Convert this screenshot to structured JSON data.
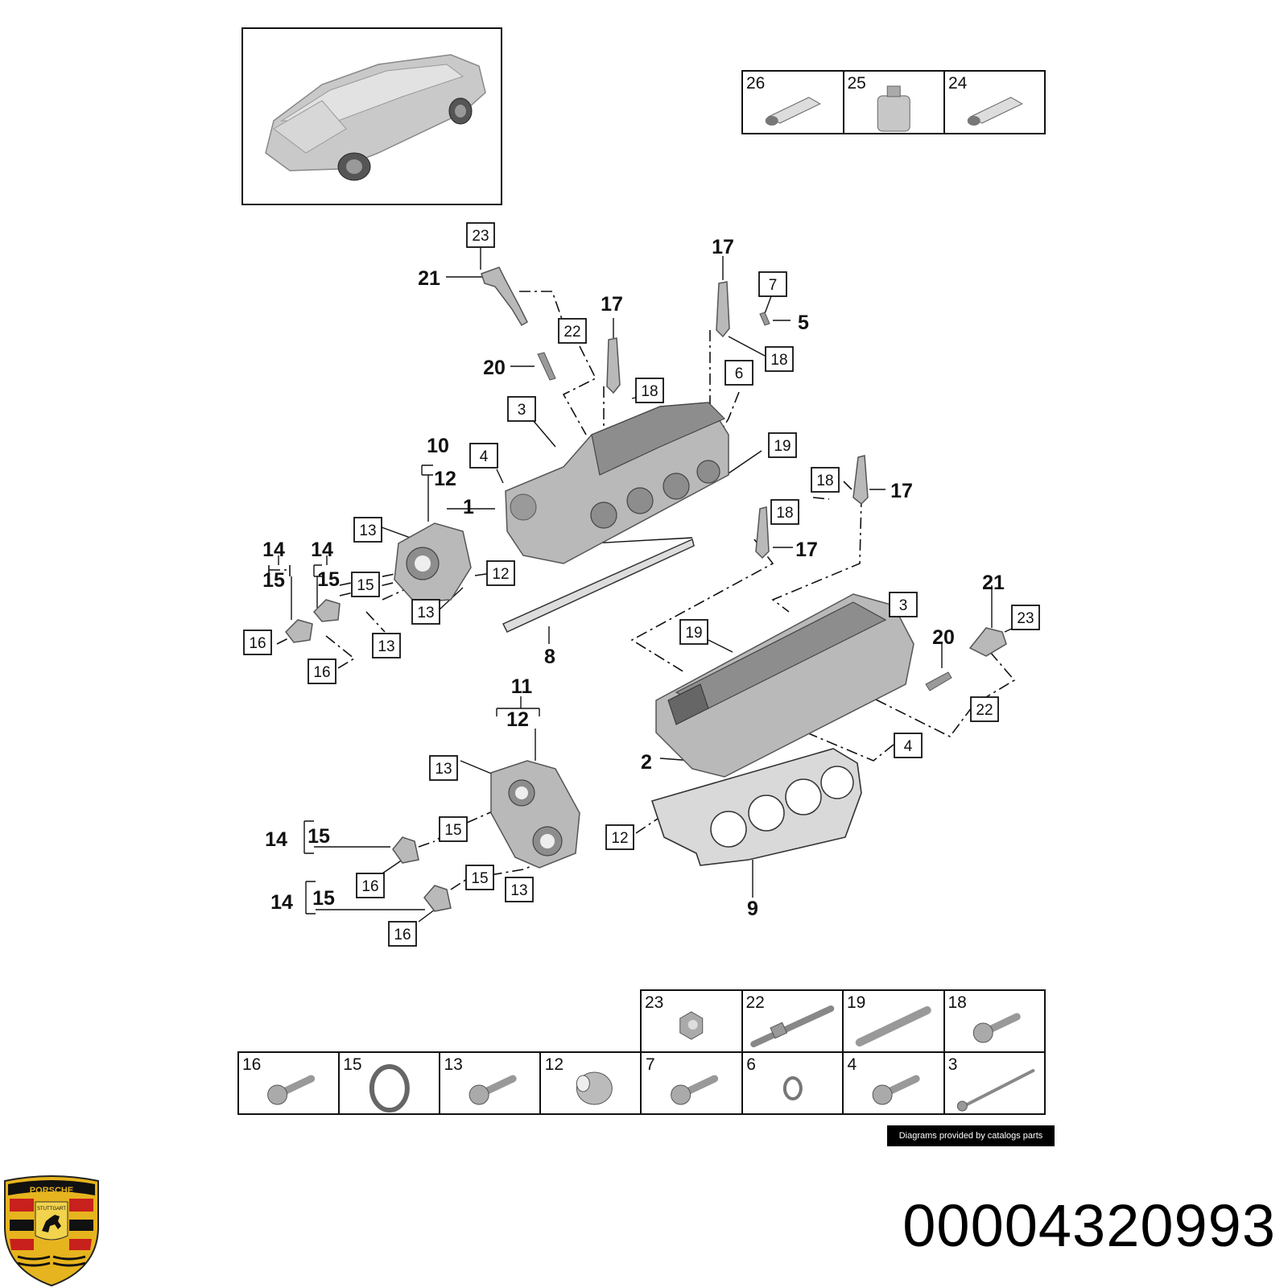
{
  "callouts": {
    "boxed": [
      {
        "label": "23"
      },
      {
        "label": "22"
      },
      {
        "label": "7"
      },
      {
        "label": "18"
      },
      {
        "label": "6"
      },
      {
        "label": "18"
      },
      {
        "label": "3"
      },
      {
        "label": "19"
      },
      {
        "label": "4"
      },
      {
        "label": "18"
      },
      {
        "label": "18"
      },
      {
        "label": "13"
      },
      {
        "label": "15"
      },
      {
        "label": "12"
      },
      {
        "label": "13"
      },
      {
        "label": "16"
      },
      {
        "label": "13"
      },
      {
        "label": "16"
      },
      {
        "label": "3"
      },
      {
        "label": "23"
      },
      {
        "label": "19"
      },
      {
        "label": "22"
      },
      {
        "label": "4"
      },
      {
        "label": "13"
      },
      {
        "label": "15"
      },
      {
        "label": "12"
      },
      {
        "label": "16"
      },
      {
        "label": "15"
      },
      {
        "label": "13"
      },
      {
        "label": "16"
      }
    ],
    "bold": [
      {
        "label": "21"
      },
      {
        "label": "17"
      },
      {
        "label": "5"
      },
      {
        "label": "17"
      },
      {
        "label": "20"
      },
      {
        "label": "10"
      },
      {
        "label": "12"
      },
      {
        "label": "1"
      },
      {
        "label": "17"
      },
      {
        "label": "17"
      },
      {
        "label": "14"
      },
      {
        "label": "14"
      },
      {
        "label": "15"
      },
      {
        "label": "15"
      },
      {
        "label": "8"
      },
      {
        "label": "21"
      },
      {
        "label": "20"
      },
      {
        "label": "11"
      },
      {
        "label": "12"
      },
      {
        "label": "2"
      },
      {
        "label": "14"
      },
      {
        "label": "15"
      },
      {
        "label": "9"
      },
      {
        "label": "14"
      },
      {
        "label": "15"
      }
    ]
  },
  "top_table": [
    {
      "label": "26",
      "icon": "tube-icon"
    },
    {
      "label": "25",
      "icon": "bottle-icon"
    },
    {
      "label": "24",
      "icon": "tube-icon"
    }
  ],
  "bottom_table_row1": [
    {
      "label": "23",
      "icon": "nut-icon"
    },
    {
      "label": "22",
      "icon": "stud-icon"
    },
    {
      "label": "19",
      "icon": "pin-icon"
    },
    {
      "label": "18",
      "icon": "bolt-icon"
    }
  ],
  "bottom_table_row2": [
    {
      "label": "16",
      "icon": "bolt-icon"
    },
    {
      "label": "15",
      "icon": "seal-ring-icon"
    },
    {
      "label": "13",
      "icon": "bolt-icon"
    },
    {
      "label": "12",
      "icon": "sleeve-icon"
    },
    {
      "label": "7",
      "icon": "bolt-icon"
    },
    {
      "label": "6",
      "icon": "washer-icon"
    },
    {
      "label": "4",
      "icon": "bolt-icon"
    },
    {
      "label": "3",
      "icon": "long-bolt-icon"
    }
  ],
  "credit": "Diagrams provided by catalogs parts",
  "part_number": "00004320993",
  "logo": {
    "brand_text": "PORSCHE",
    "city_text": "STUTTGART",
    "colors": {
      "gold": "#e6b41e",
      "red": "#c8201c",
      "black": "#111111"
    }
  }
}
